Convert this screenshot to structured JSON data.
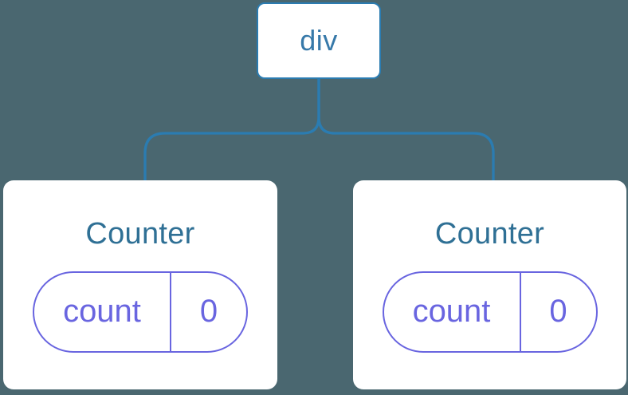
{
  "colors": {
    "background": "#4A6770",
    "line_blue": "#2B7CB1",
    "card_bg": "#FFFFFF",
    "root_label": "#3779A9",
    "card_title": "#2F7095",
    "pill_purple": "#6965E0"
  },
  "tree": {
    "root": {
      "label": "div"
    },
    "children": [
      {
        "title": "Counter",
        "state": {
          "key": "count",
          "value": "0"
        }
      },
      {
        "title": "Counter",
        "state": {
          "key": "count",
          "value": "0"
        }
      }
    ]
  }
}
